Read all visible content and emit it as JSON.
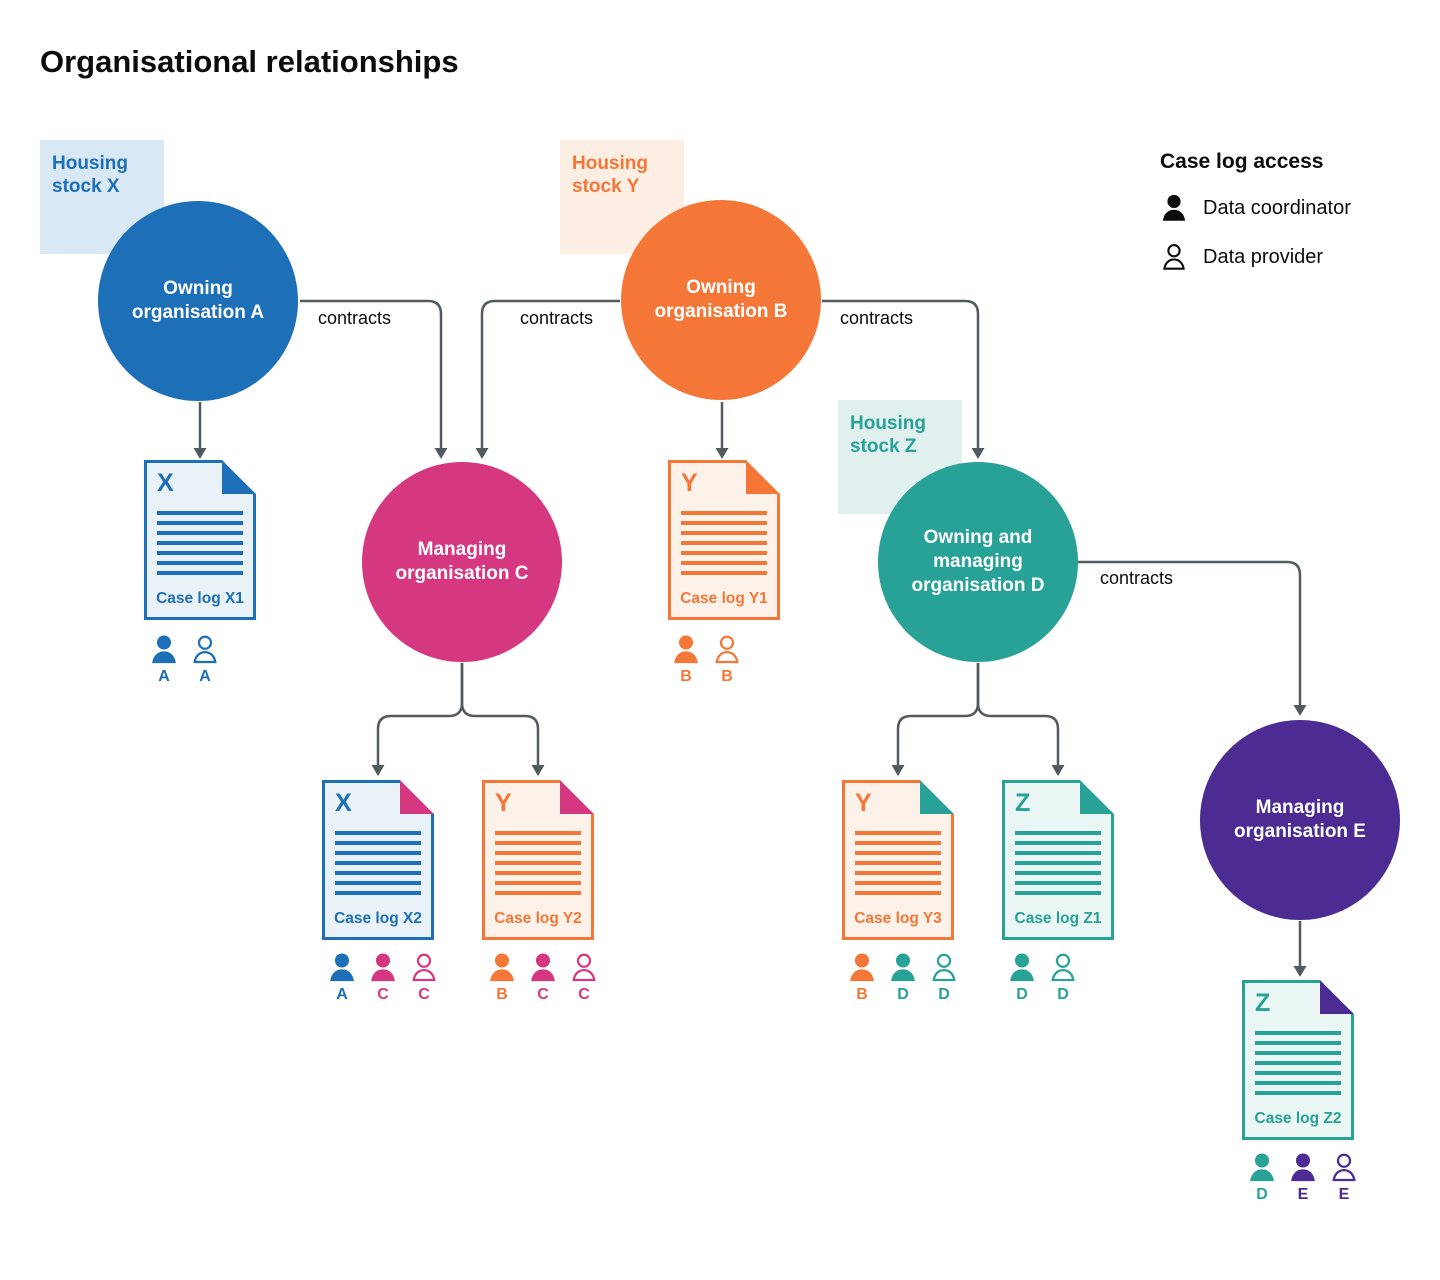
{
  "title": "Organisational relationships",
  "palette": {
    "blue": "#1d70b8",
    "orange": "#f47738",
    "pink": "#d53880",
    "teal": "#28a197",
    "purple": "#4c2c92",
    "arrow_grey": "#505a5f",
    "text_black": "#0b0c0c",
    "light_blue_bg": "#d8e8f4",
    "light_orange_bg": "#fdeee4",
    "light_teal_bg": "#dff0ee"
  },
  "legend": {
    "title": "Case log access",
    "items": [
      {
        "icon": "person-filled-icon",
        "label": "Data coordinator"
      },
      {
        "icon": "person-outline-icon",
        "label": "Data provider"
      }
    ]
  },
  "housing_stocks": [
    {
      "id": "X",
      "label": "Housing stock X",
      "color": "blue"
    },
    {
      "id": "Y",
      "label": "Housing stock Y",
      "color": "orange"
    },
    {
      "id": "Z",
      "label": "Housing stock Z",
      "color": "teal"
    }
  ],
  "organisations": [
    {
      "id": "A",
      "label": "Owning organisation A",
      "color": "blue"
    },
    {
      "id": "B",
      "label": "Owning organisation B",
      "color": "orange"
    },
    {
      "id": "C",
      "label": "Managing organisation C",
      "color": "pink"
    },
    {
      "id": "D",
      "label": "Owning and managing organisation D",
      "color": "teal"
    },
    {
      "id": "E",
      "label": "Managing organisation E",
      "color": "purple"
    }
  ],
  "connectors": [
    {
      "from": "A",
      "to": "Case log X1"
    },
    {
      "from": "A",
      "to": "C",
      "label": "contracts"
    },
    {
      "from": "B",
      "to": "C",
      "label": "contracts"
    },
    {
      "from": "B",
      "to": "Case log Y1"
    },
    {
      "from": "B",
      "to": "D",
      "label": "contracts"
    },
    {
      "from": "C",
      "to": "Case log X2"
    },
    {
      "from": "C",
      "to": "Case log Y2"
    },
    {
      "from": "D",
      "to": "Case log Y3"
    },
    {
      "from": "D",
      "to": "Case log Z1"
    },
    {
      "from": "D",
      "to": "E",
      "label": "contracts"
    },
    {
      "from": "E",
      "to": "Case log Z2"
    }
  ],
  "case_logs": [
    {
      "stock_letter": "X",
      "label": "Case log X1",
      "color": "blue",
      "fold_color": "blue",
      "access": [
        {
          "type": "coordinator",
          "org": "A",
          "color": "blue"
        },
        {
          "type": "provider",
          "org": "A",
          "color": "blue"
        }
      ]
    },
    {
      "stock_letter": "Y",
      "label": "Case log Y1",
      "color": "orange",
      "fold_color": "orange",
      "access": [
        {
          "type": "coordinator",
          "org": "B",
          "color": "orange"
        },
        {
          "type": "provider",
          "org": "B",
          "color": "orange"
        }
      ]
    },
    {
      "stock_letter": "X",
      "label": "Case log X2",
      "color": "blue",
      "fold_color": "pink",
      "access": [
        {
          "type": "coordinator",
          "org": "A",
          "color": "blue"
        },
        {
          "type": "coordinator",
          "org": "C",
          "color": "pink"
        },
        {
          "type": "provider",
          "org": "C",
          "color": "pink"
        }
      ]
    },
    {
      "stock_letter": "Y",
      "label": "Case log Y2",
      "color": "orange",
      "fold_color": "pink",
      "access": [
        {
          "type": "coordinator",
          "org": "B",
          "color": "orange"
        },
        {
          "type": "coordinator",
          "org": "C",
          "color": "pink"
        },
        {
          "type": "provider",
          "org": "C",
          "color": "pink"
        }
      ]
    },
    {
      "stock_letter": "Y",
      "label": "Case log Y3",
      "color": "orange",
      "fold_color": "teal",
      "access": [
        {
          "type": "coordinator",
          "org": "B",
          "color": "orange"
        },
        {
          "type": "coordinator",
          "org": "D",
          "color": "teal"
        },
        {
          "type": "provider",
          "org": "D",
          "color": "teal"
        }
      ]
    },
    {
      "stock_letter": "Z",
      "label": "Case log Z1",
      "color": "teal",
      "fold_color": "teal",
      "access": [
        {
          "type": "coordinator",
          "org": "D",
          "color": "teal"
        },
        {
          "type": "provider",
          "org": "D",
          "color": "teal"
        }
      ]
    },
    {
      "stock_letter": "Z",
      "label": "Case log Z2",
      "color": "teal",
      "fold_color": "purple",
      "access": [
        {
          "type": "coordinator",
          "org": "D",
          "color": "teal"
        },
        {
          "type": "coordinator",
          "org": "E",
          "color": "purple"
        },
        {
          "type": "provider",
          "org": "E",
          "color": "purple"
        }
      ]
    }
  ]
}
